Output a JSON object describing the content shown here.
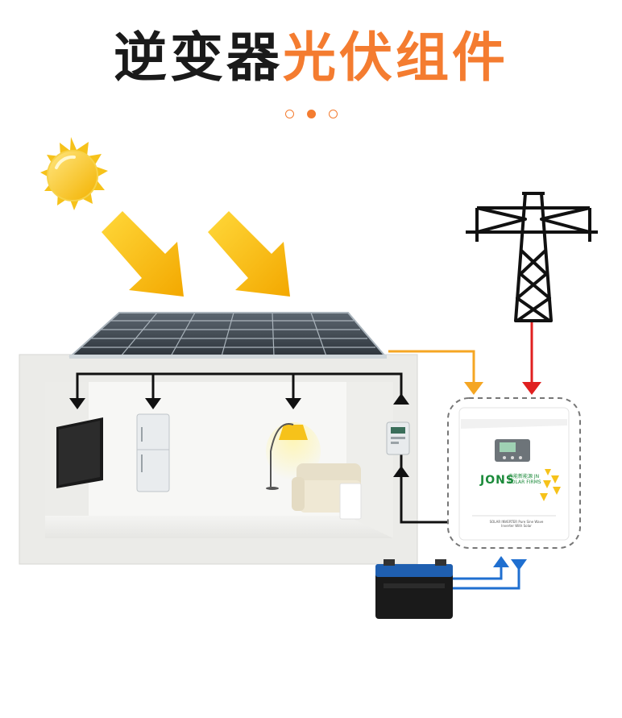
{
  "title": {
    "part1": "逆变器",
    "part2": "光伏组件"
  },
  "carousel": {
    "dots": 3,
    "active_index": 1
  },
  "inverter": {
    "brand": "JONS",
    "brand_sub": "吉能新能源 JN SOLAR FIRMS",
    "label": "SOLAR INVERTER Pure Sine Wave Inverter With Solar"
  },
  "colors": {
    "title_dark": "#1a1a1a",
    "title_accent": "#f47c30",
    "sun": "#f6c21a",
    "arrow_solar": "#f5a623",
    "line_grid": "#e02020",
    "line_battery": "#1f6fd0",
    "line_load": "#111111",
    "brand_green": "#1b8a3a"
  },
  "icons": [
    "sun-icon",
    "power-tower-icon",
    "battery-icon",
    "tv-icon",
    "fridge-icon",
    "floor-lamp-icon",
    "sofa-icon",
    "electric-meter-icon"
  ]
}
